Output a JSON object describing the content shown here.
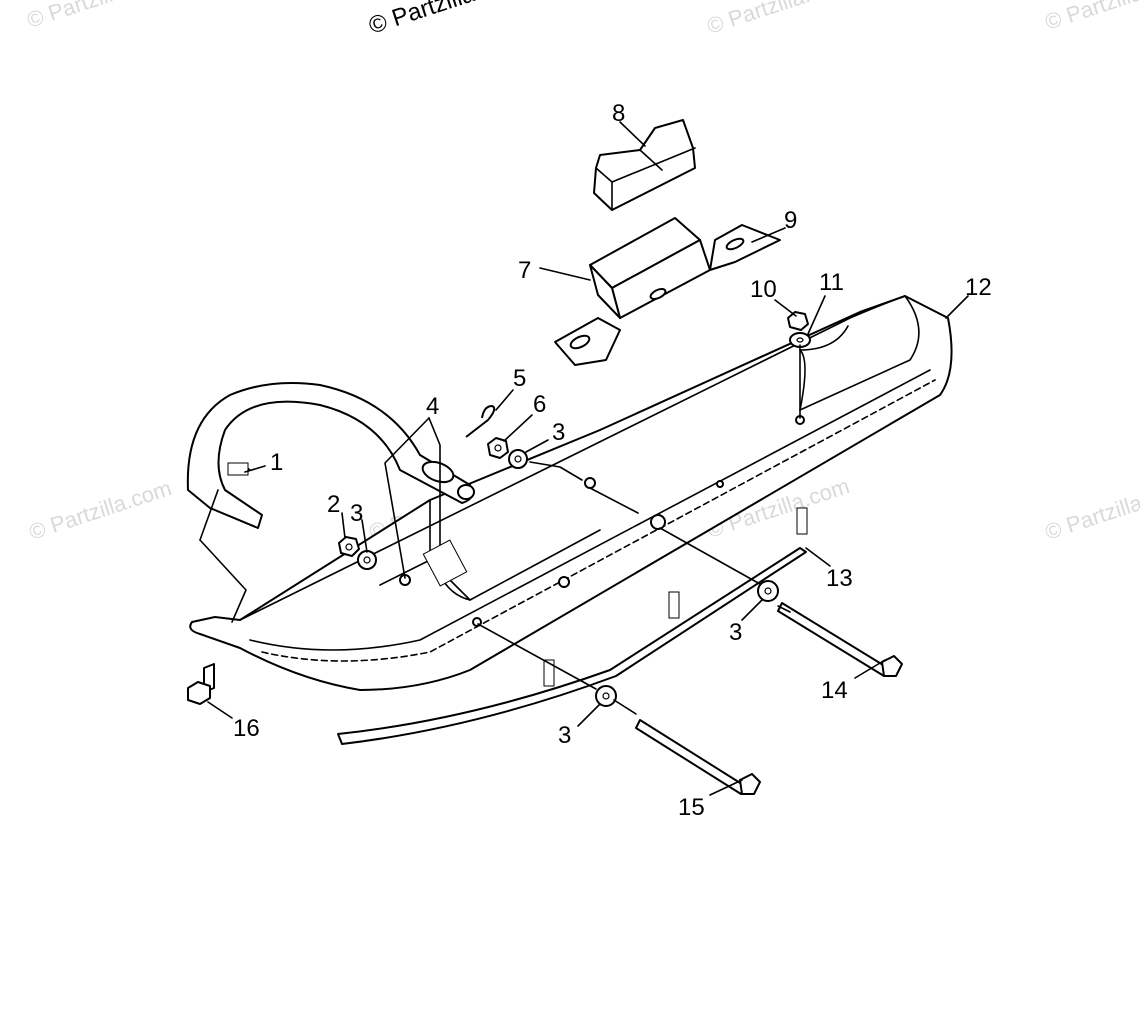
{
  "watermarks": {
    "top_center": "© Partzilla",
    "faint_text": "© Partzilla.com"
  },
  "callouts": {
    "c1": "1",
    "c2": "2",
    "c3": "3",
    "c4": "4",
    "c5": "5",
    "c6": "6",
    "c7": "7",
    "c8": "8",
    "c9": "9",
    "c10": "10",
    "c11": "11",
    "c12": "12",
    "c13": "13",
    "c14": "14",
    "c15": "15",
    "c16": "16"
  },
  "colors": {
    "line": "#000000",
    "background": "#ffffff",
    "watermark": "#d9d9d9"
  }
}
